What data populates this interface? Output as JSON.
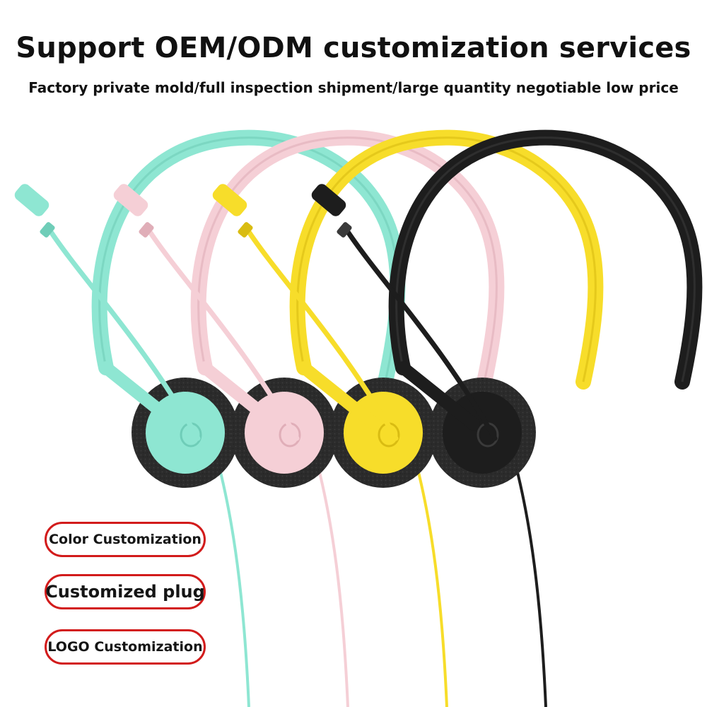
{
  "header": {
    "title": "Support OEM/ODM customization services",
    "subtitle": "Factory private mold/full inspection shipment/large quantity negotiable low price"
  },
  "badges": [
    {
      "label": "Color Customization"
    },
    {
      "label": "Customized plug"
    },
    {
      "label": "LOGO Customization"
    }
  ],
  "headsets": [
    {
      "color_name": "mint",
      "body": "#8ee6d2",
      "shade": "#6fcdb8"
    },
    {
      "color_name": "pink",
      "body": "#f5cfd6",
      "shade": "#e0aeb8"
    },
    {
      "color_name": "yellow",
      "body": "#f7dd2a",
      "shade": "#d9bc12"
    },
    {
      "color_name": "black",
      "body": "#1d1d1d",
      "shade": "#3a3a3a"
    }
  ],
  "colors": {
    "badge_border": "#d21b1b",
    "ear_pad": "#2a2a2a",
    "text": "#111111"
  }
}
